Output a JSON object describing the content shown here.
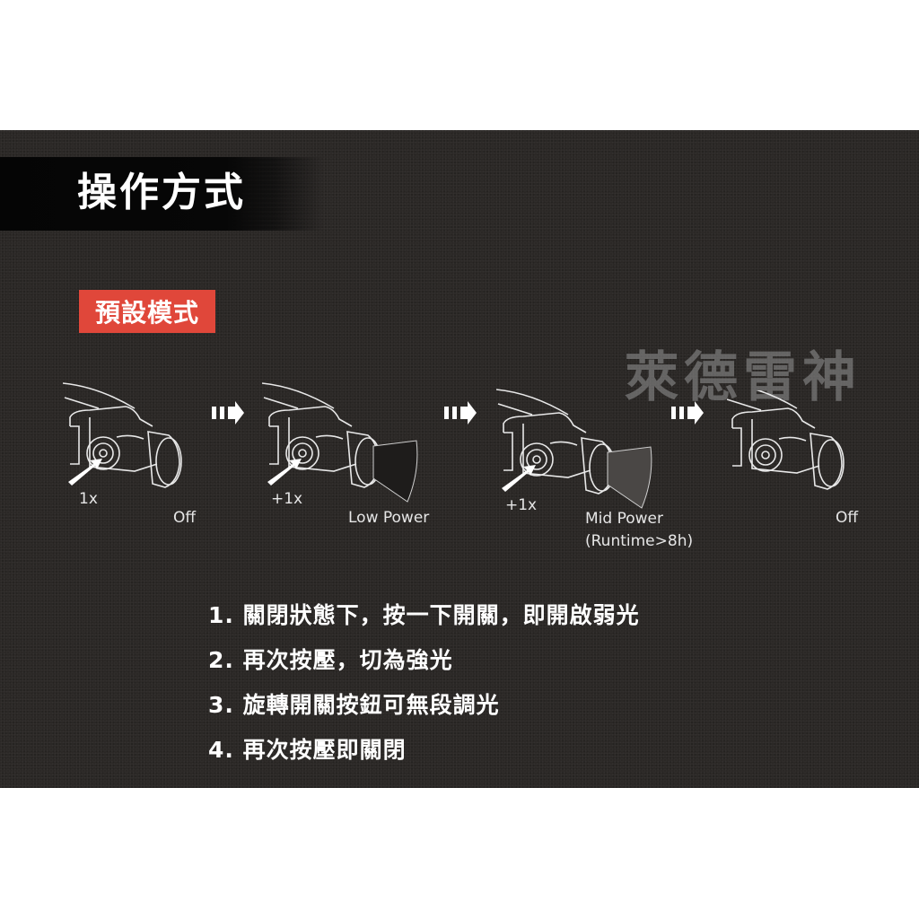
{
  "header": {
    "title": "操作方式",
    "mode_badge": "預設模式",
    "watermark": "萊德雷神"
  },
  "colors": {
    "background": "#2b2826",
    "badge": "#e0473a",
    "text": "#ffffff",
    "watermark": "#969696"
  },
  "steps": [
    {
      "press": "1x",
      "state": "Off",
      "beam": "none"
    },
    {
      "press": "+1x",
      "state": "Low Power",
      "beam": "outline"
    },
    {
      "press": "+1x",
      "state": "Mid Power\n(Runtime>8h)",
      "beam": "filled"
    },
    {
      "press": "",
      "state": "Off",
      "beam": "none"
    }
  ],
  "arrows": [
    "arrow-right-icon",
    "arrow-right-icon",
    "arrow-right-icon"
  ],
  "instructions": [
    "1. 關閉狀態下，按一下開關，即開啟弱光",
    "2. 再次按壓，切為強光",
    "3. 旋轉開關按鈕可無段調光",
    "4. 再次按壓即關閉"
  ]
}
